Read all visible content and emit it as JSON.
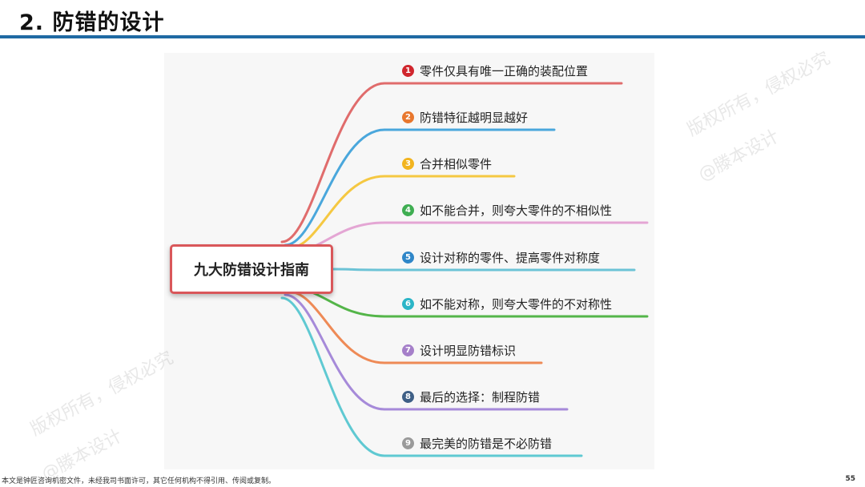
{
  "slide": {
    "title": "2. 防错的设计",
    "footer": "本文是钟匠咨询机密文件，未经我司书面许可，其它任何机构不得引用、传阅或复制。",
    "page_number": "55",
    "watermark_line1": "版权所有，侵权必究",
    "watermark_line2": "@滕本设计"
  },
  "mindmap": {
    "center": "九大防错设计指南",
    "branches": [
      {
        "num": "1",
        "text": "零件仅具有唯一正确的装配位置",
        "color": "#e06c6c",
        "badge": "#d0262d"
      },
      {
        "num": "2",
        "text": "防错特征越明显越好",
        "color": "#4aa7dc",
        "badge": "#e8772e"
      },
      {
        "num": "3",
        "text": "合并相似零件",
        "color": "#f5c842",
        "badge": "#f2b41f"
      },
      {
        "num": "4",
        "text": "如不能合并，则夸大零件的不相似性",
        "color": "#e4a6d4",
        "badge": "#3fae52"
      },
      {
        "num": "5",
        "text": "设计对称的零件、提高零件对称度",
        "color": "#6cc3d6",
        "badge": "#2f86c8"
      },
      {
        "num": "6",
        "text": "如不能对称，则夸大零件的不对称性",
        "color": "#54b549",
        "badge": "#2bb5c7"
      },
      {
        "num": "7",
        "text": "设计明显防错标识",
        "color": "#ee8a56",
        "badge": "#a57fc9"
      },
      {
        "num": "8",
        "text": "最后的选择：制程防错",
        "color": "#a68ad9",
        "badge": "#3e5f86"
      },
      {
        "num": "9",
        "text": "最完美的防错是不必防错",
        "color": "#5fc9d2",
        "badge": "#9a9a9a"
      }
    ]
  }
}
